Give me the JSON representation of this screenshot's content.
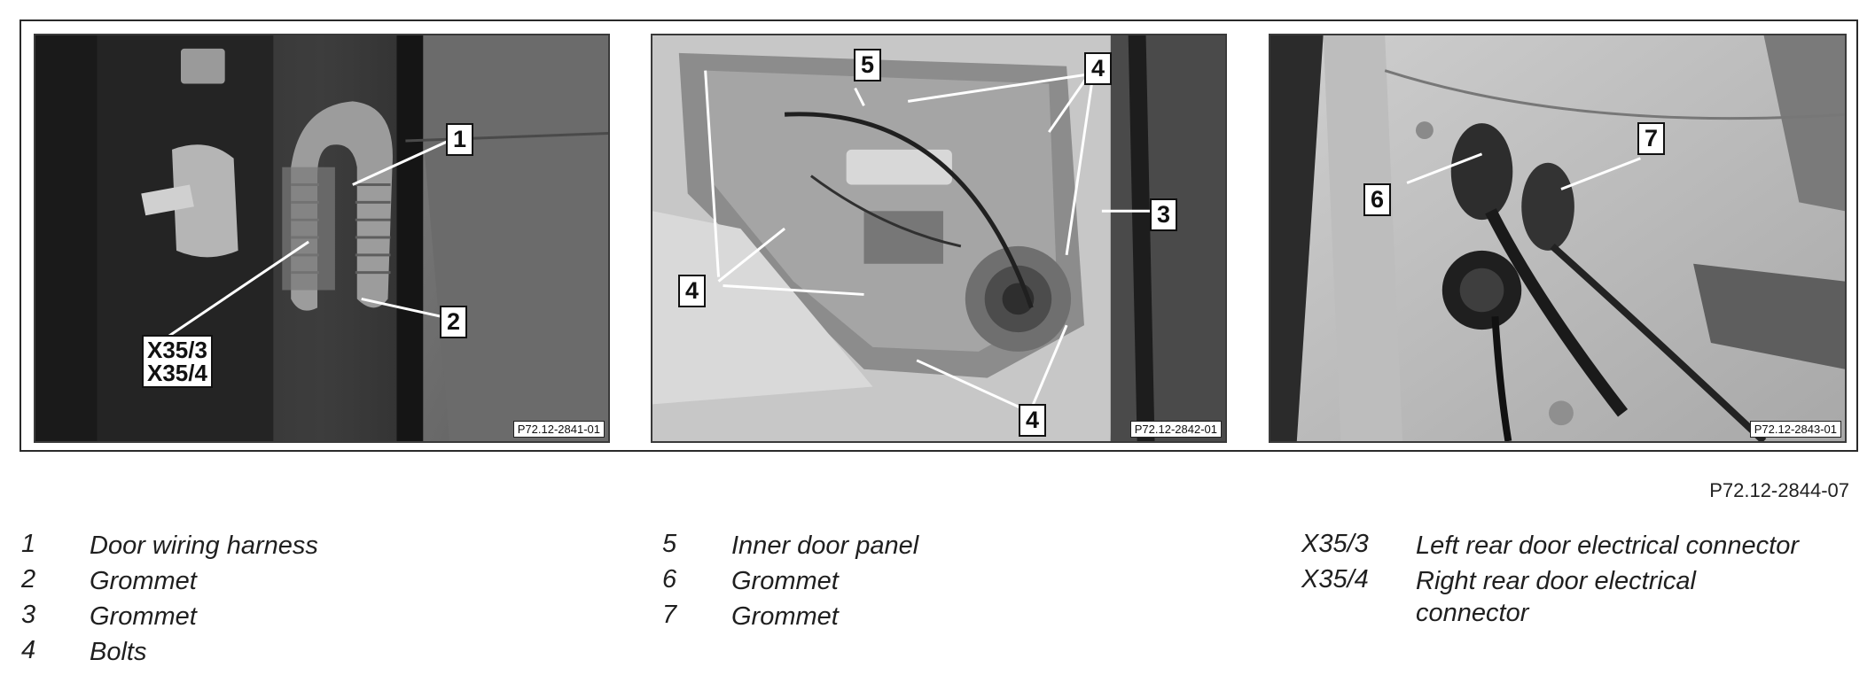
{
  "figure": {
    "reference": "P72.12-2844-07",
    "panels": [
      {
        "id": "P72.12-2841-01",
        "callouts": [
          {
            "key": "1"
          },
          {
            "key": "2"
          },
          {
            "key": "X35/3",
            "key2": "X35/4"
          }
        ]
      },
      {
        "id": "P72.12-2842-01",
        "callouts": [
          {
            "key": "5"
          },
          {
            "key": "4"
          },
          {
            "key": "3"
          },
          {
            "key": "4"
          },
          {
            "key": "4"
          }
        ]
      },
      {
        "id": "P72.12-2843-01",
        "callouts": [
          {
            "key": "7"
          },
          {
            "key": "6"
          }
        ]
      }
    ]
  },
  "legend": {
    "col1": [
      {
        "key": "1",
        "desc": "Door wiring harness"
      },
      {
        "key": "2",
        "desc": "Grommet"
      },
      {
        "key": "3",
        "desc": "Grommet"
      },
      {
        "key": "4",
        "desc": "Bolts"
      }
    ],
    "col2": [
      {
        "key": "5",
        "desc": "Inner door panel"
      },
      {
        "key": "6",
        "desc": "Grommet"
      },
      {
        "key": "7",
        "desc": "Grommet"
      }
    ],
    "col3": [
      {
        "key": "X35/3",
        "desc": "Left rear door electrical connector"
      },
      {
        "key": "X35/4",
        "desc": "Right rear door electrical connector"
      }
    ]
  }
}
